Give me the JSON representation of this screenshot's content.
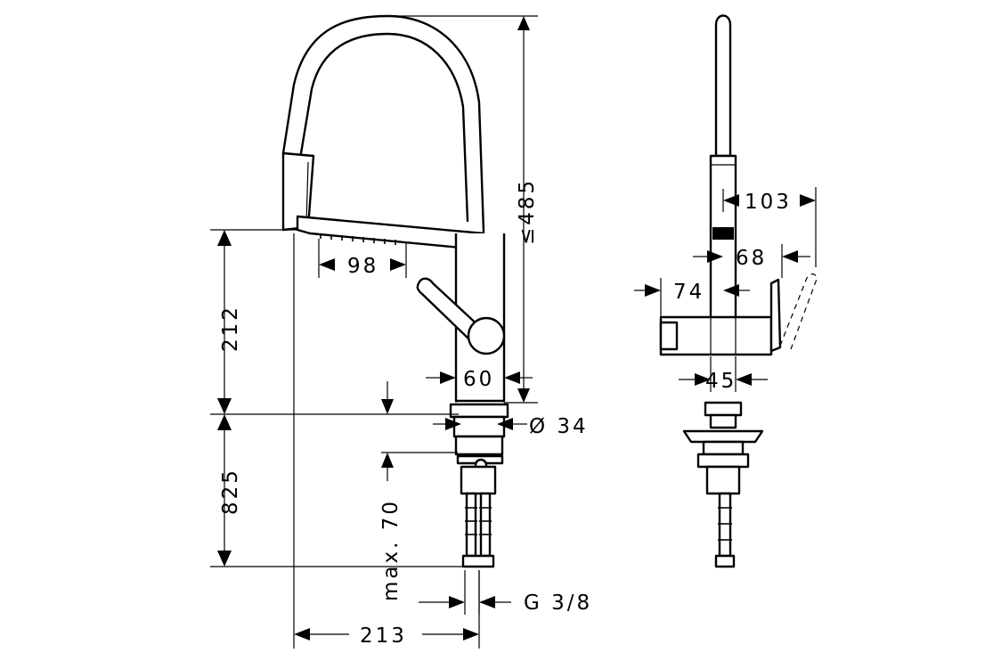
{
  "dimensions": {
    "reach_98": "98",
    "height_max_485": "≤485",
    "height_212": "212",
    "base_60": "60",
    "hole_diameter_34": "Ø 34",
    "height_825": "825",
    "max_thickness_70": "max. 70",
    "connection_g38": "G 3/8",
    "projection_213": "213",
    "side_103": "103",
    "side_68": "68",
    "side_74": "74",
    "side_45": "45"
  }
}
